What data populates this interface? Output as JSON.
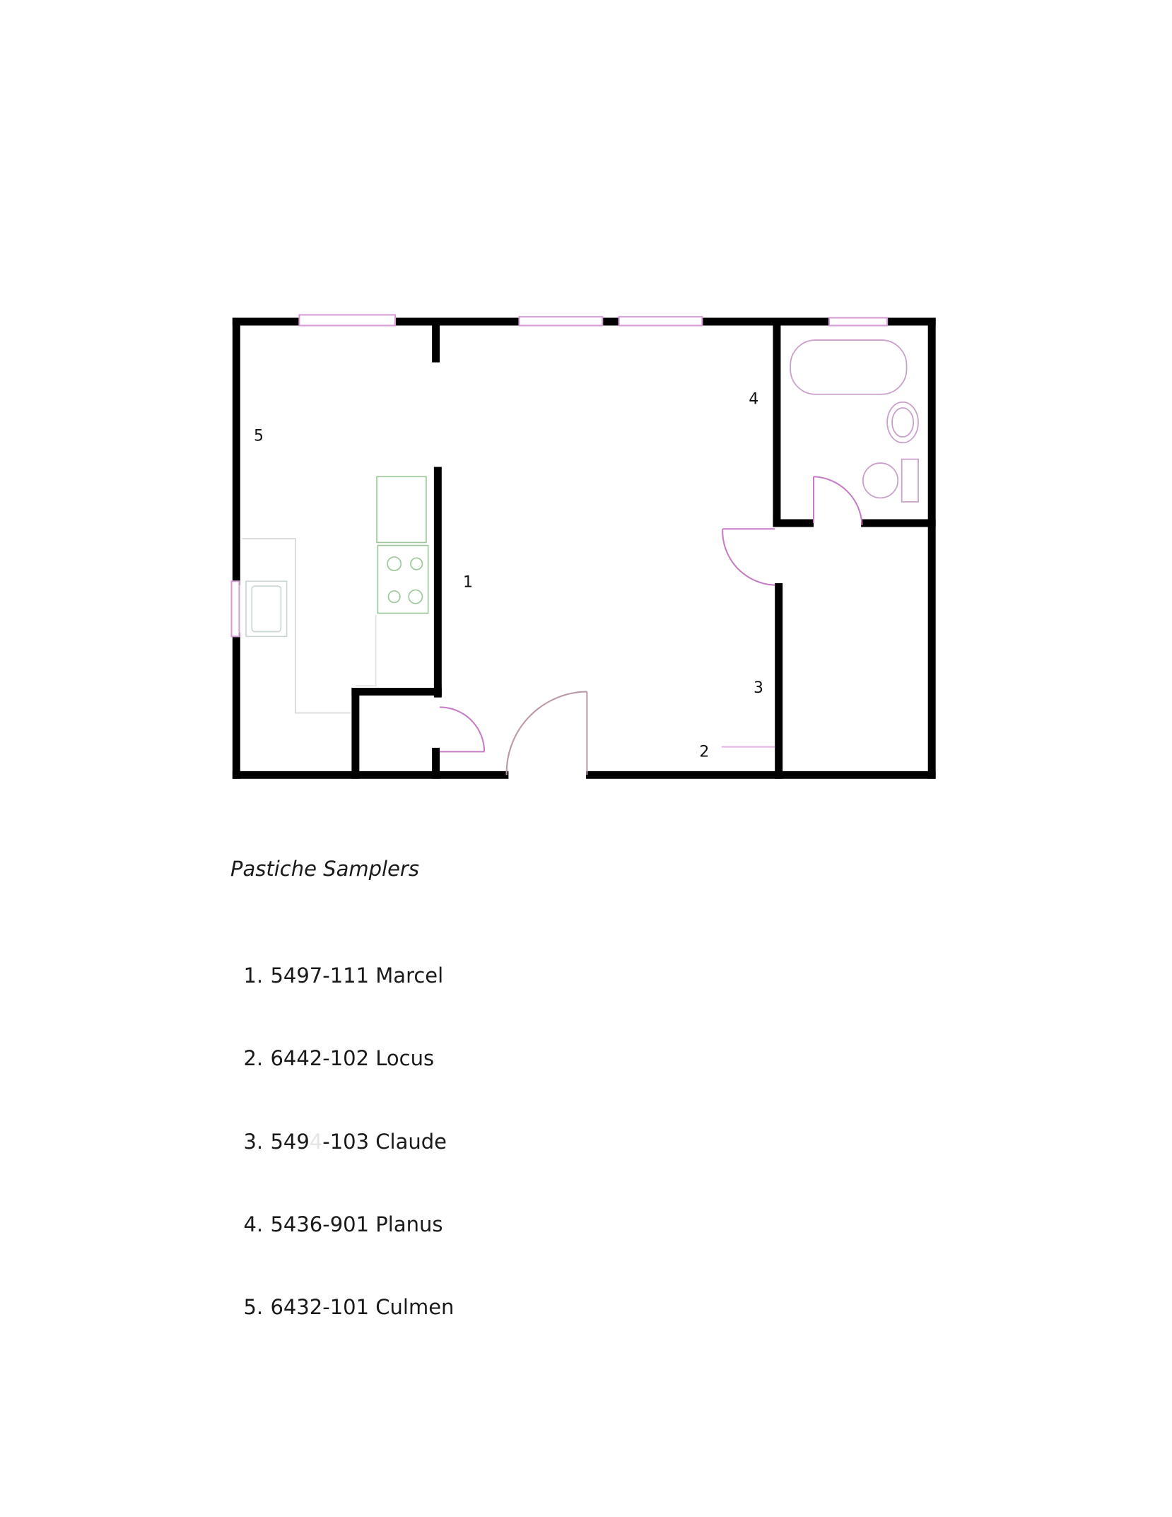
{
  "plan": {
    "labels": [
      "1",
      "2",
      "3",
      "4",
      "5"
    ],
    "colors": {
      "wall": "#000000",
      "window": "#d79bd6",
      "door": "#c77ac6",
      "appliance": "#9cc79a",
      "counter": "#d0d0d0"
    }
  },
  "legend": {
    "title": "Pastiche Samplers",
    "items": [
      {
        "num": "1.",
        "code": "5497-111 Marcel"
      },
      {
        "num": "2.",
        "code": "6442-102 Locus"
      },
      {
        "num": "3.",
        "code_a": "549",
        "code_faint": "4",
        "code_b": "-103 Claude"
      },
      {
        "num": "4.",
        "code": "5436-901 Planus"
      },
      {
        "num": "5.",
        "code": "6432-101 Culmen"
      }
    ]
  }
}
